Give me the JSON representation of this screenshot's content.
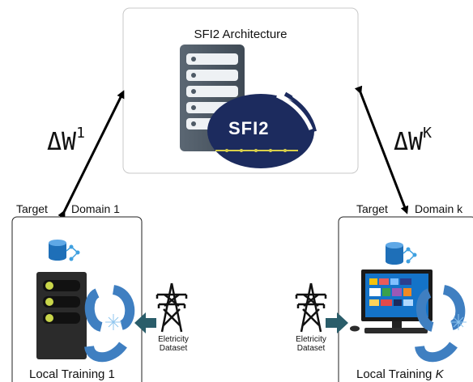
{
  "architecture": {
    "title": "SFI2 Architecture",
    "logo_text": "SFI2"
  },
  "updates": {
    "left_symbol": "ΔW",
    "left_sup": "1",
    "right_symbol": "ΔW",
    "right_sup": "K"
  },
  "left_node": {
    "target_label": "Target",
    "domain_label": "Domain 1",
    "local_label": "Local Training 1",
    "dataset_line1": "Eletricity",
    "dataset_line2": "Dataset"
  },
  "right_node": {
    "target_label": "Target",
    "domain_label": "Domain k",
    "local_label_prefix": "Local Training",
    "local_label_var": "K",
    "dataset_line1": "Eletricity",
    "dataset_line2": "Dataset"
  },
  "colors": {
    "logo_navy": "#1c2b5e",
    "server_gray": "#4e5a66",
    "cycle_blue": "#3f7fc1",
    "arrow_teal": "#2a5d6a",
    "led_green": "#c9d64a",
    "db_blue": "#1e6fb8"
  }
}
